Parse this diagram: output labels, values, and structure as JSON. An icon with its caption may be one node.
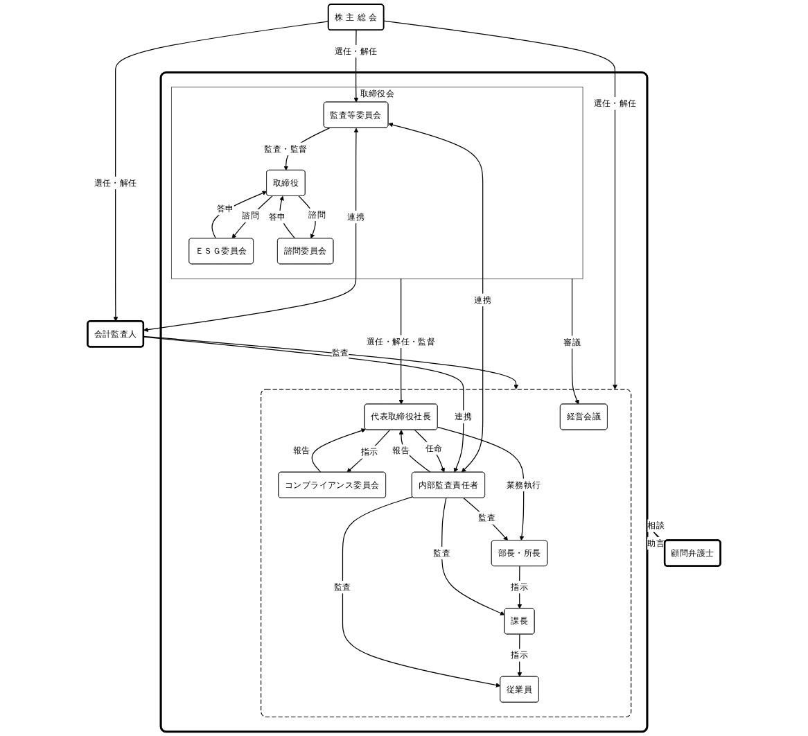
{
  "diagram": {
    "nodes": [
      {
        "text": [
          "株 主 総 会"
        ]
      },
      {
        "text": [],
        "shape": "box"
      },
      {
        "text": [
          "取締役会"
        ],
        "in": 1
      },
      {
        "text": [
          "取締役"
        ],
        "in": 2
      },
      {
        "text": [
          "監査等委員会"
        ],
        "in": 2
      },
      {
        "text": [
          "ＥＳＧ委員会"
        ],
        "in": 2
      },
      {
        "text": [
          "諮問委員会"
        ],
        "in": 2
      },
      {
        "text": [
          "会計監査人"
        ]
      },
      {
        "text": [],
        "shape": "box",
        "in": 1
      },
      {
        "text": [
          "経営会議"
        ],
        "in": 8
      },
      {
        "text": [
          "コンプライアンス委員会"
        ],
        "in": 8
      },
      {
        "text": [
          "代表取締役社長"
        ],
        "in": 8
      },
      {
        "text": [
          "内部監査責任者"
        ],
        "in": 8
      },
      {
        "text": [
          "顧問弁護士"
        ]
      },
      {
        "text": [
          "部長・所長"
        ],
        "in": 8
      },
      {
        "text": [
          "課長"
        ],
        "in": 8
      },
      {
        "text": [
          "従業員"
        ],
        "in": 8
      }
    ],
    "edges": [
      {
        "from": 0,
        "to": 8,
        "arrow": "to",
        "label": "選任・解任"
      },
      {
        "from": 0,
        "to": 4,
        "arrow": "to",
        "label": "選任・解任"
      },
      {
        "from": 0,
        "to": 7,
        "arrow": "to",
        "label": "選任・解任"
      },
      {
        "from": 4,
        "to": 3,
        "arrow": "to",
        "label": "監査・監督"
      },
      {
        "from": 4,
        "to": 7,
        "arrow": "both",
        "label": "連携"
      },
      {
        "from": 5,
        "to": 3,
        "arrow": "to",
        "label": "答申"
      },
      {
        "from": 3,
        "to": 5,
        "arrow": "to",
        "label": "諮問"
      },
      {
        "from": 6,
        "to": 3,
        "arrow": "to",
        "label": "答申"
      },
      {
        "from": 3,
        "to": 6,
        "arrow": "to",
        "label": "諮問"
      },
      {
        "from": 4,
        "to": 12,
        "arrow": "both",
        "label": "連携"
      },
      {
        "from": 2,
        "to": 11,
        "arrow": "to",
        "label": "選任・解任・監督"
      },
      {
        "from": 2,
        "to": 9,
        "arrow": "to",
        "label": "審議"
      },
      {
        "from": 7,
        "to": 8,
        "arrow": "to",
        "label": "監査"
      },
      {
        "from": 7,
        "to": 12,
        "arrow": "to",
        "label": "連携"
      },
      {
        "from": 11,
        "to": 10,
        "arrow": "to",
        "label": "指示"
      },
      {
        "from": 10,
        "to": 11,
        "arrow": "to",
        "label": "報告"
      },
      {
        "from": 11,
        "to": 12,
        "arrow": "to",
        "label": "任命"
      },
      {
        "from": 12,
        "to": 11,
        "arrow": "to",
        "label": "報告"
      },
      {
        "from": 1,
        "to": 13,
        "arrow": "to",
        "label": "相談"
      },
      {
        "from": 13,
        "to": 1,
        "arrow": "to",
        "label": "助言"
      },
      {
        "from": 11,
        "to": 14,
        "arrow": "to",
        "label": "業務執行"
      },
      {
        "from": 14,
        "to": 15,
        "arrow": "to",
        "label": "指示"
      },
      {
        "from": 15,
        "to": 16,
        "arrow": "to",
        "label": "指示"
      },
      {
        "from": 12,
        "to": 14,
        "arrow": "to",
        "label": "監査"
      },
      {
        "from": 12,
        "to": 15,
        "arrow": "to",
        "label": "監査"
      },
      {
        "from": 12,
        "to": 16,
        "arrow": "to",
        "label": "監査"
      }
    ]
  }
}
